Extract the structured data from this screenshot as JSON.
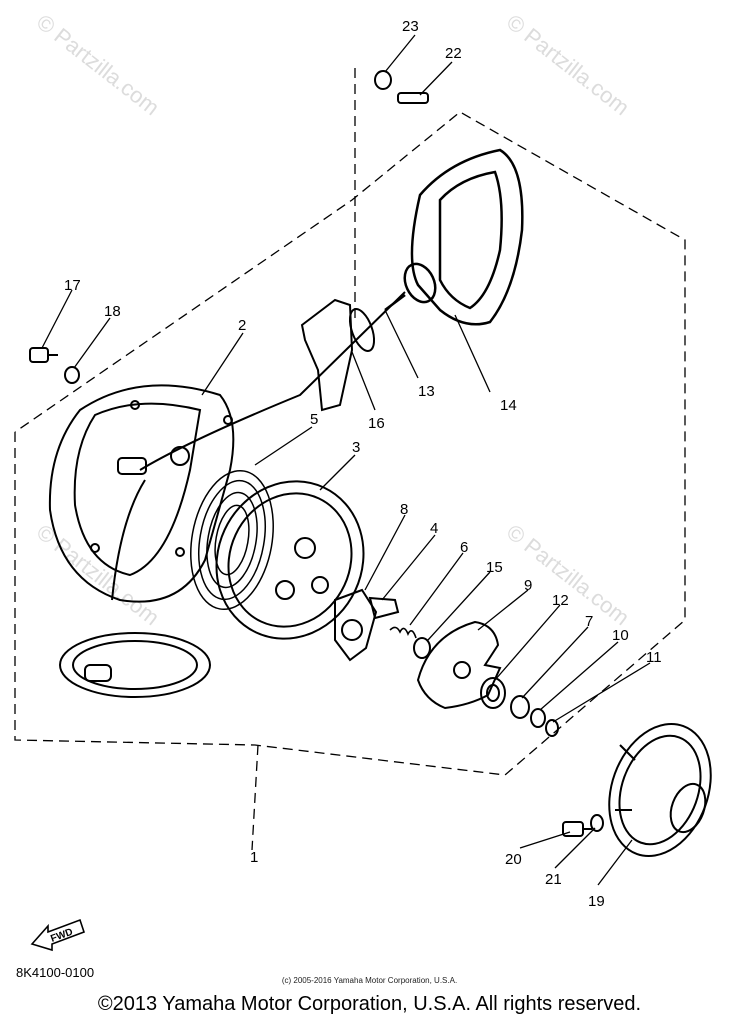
{
  "watermark": "© Partzilla.com",
  "callouts": [
    "1",
    "2",
    "3",
    "4",
    "5",
    "6",
    "7",
    "8",
    "9",
    "10",
    "11",
    "12",
    "13",
    "14",
    "15",
    "16",
    "17",
    "18",
    "19",
    "20",
    "21",
    "22",
    "23"
  ],
  "fwd_label": "FWD",
  "diagram_code": "8K4100-0100",
  "small_copyright": "(c) 2005-2016 Yamaha Motor Corporation, U.S.A.",
  "copyright": "©2013 Yamaha Motor Corporation, U.S.A. All rights reserved."
}
